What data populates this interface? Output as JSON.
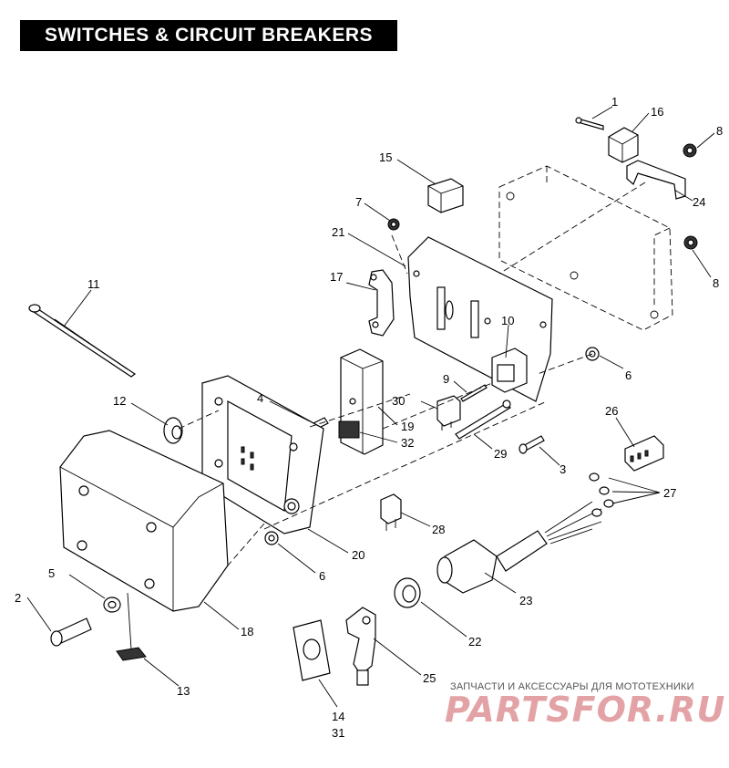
{
  "header": {
    "title": "SWITCHES & CIRCUIT BREAKERS"
  },
  "callouts": [
    "1",
    "16",
    "8",
    "15",
    "7",
    "24",
    "21",
    "8",
    "17",
    "11",
    "10",
    "9",
    "6",
    "30",
    "4",
    "12",
    "19",
    "32",
    "26",
    "29",
    "3",
    "27",
    "28",
    "20",
    "6",
    "23",
    "5",
    "2",
    "18",
    "22",
    "25",
    "13",
    "14",
    "31"
  ],
  "watermark": {
    "tagline": "ЗАПЧАСТИ И АКСЕССУАРЫ ДЛЯ МОТОТЕХНИКИ",
    "logo": "PARTSFOR.RU"
  }
}
